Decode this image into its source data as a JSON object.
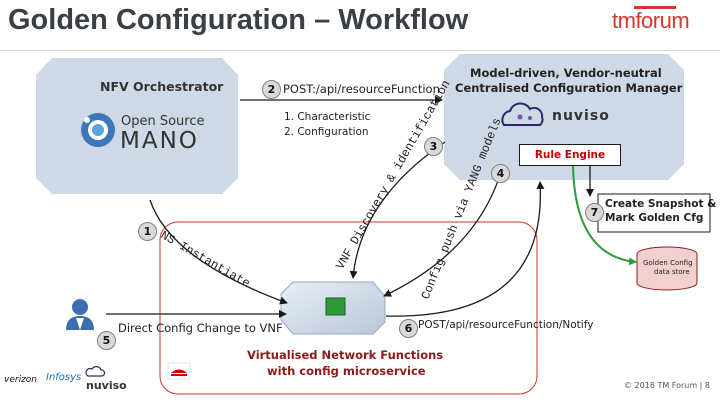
{
  "header": {
    "title": "Golden Configuration – Workflow",
    "logo_text": "tmforum"
  },
  "nfvo": {
    "label": "NFV Orchestrator",
    "logo_line1": "Open Source",
    "logo_line2": "MANO"
  },
  "manager": {
    "title_line1": "Model-driven, Vendor-neutral",
    "title_line2": "Centralised Configuration Manager",
    "logo_text": "nuviso",
    "rule_engine": "Rule Engine"
  },
  "steps": {
    "n1": "1",
    "n2": "2",
    "n3": "3",
    "n4": "4",
    "n5": "5",
    "n6": "6",
    "n7": "7"
  },
  "labels": {
    "api_post": "POST:/api/resourceFunction",
    "list_item_1": "1.     Characteristic",
    "list_item_2": "2.     Configuration",
    "discovery": "VNF Discovery & identification",
    "ns_instantiate": "NS Instantiate",
    "config_push": "Config push via YANG models",
    "snapshot_line1": "Create Snapshot &",
    "snapshot_line2": "Mark Golden Cfg",
    "store_line1": "Golden Config",
    "store_line2": "data store",
    "direct_config": "Direct Config Change to VNF",
    "notify": "POST/api/resourceFunction/Notify",
    "vnf_line1": "Virtualised Network Functions",
    "vnf_line2": "with config microservice"
  },
  "partners": {
    "verizon": "verizon",
    "infosys": "Infosys",
    "nuviso": "nuviso"
  },
  "footer": "© 2018 TM Forum | 8",
  "colors": {
    "octagon_fill": "#cfd8e6",
    "arrow_line": "#1a1a1a",
    "accent_red": "#d9362b",
    "vnf_text": "#8b1a1a",
    "connector_green": "#2e9a3a"
  }
}
